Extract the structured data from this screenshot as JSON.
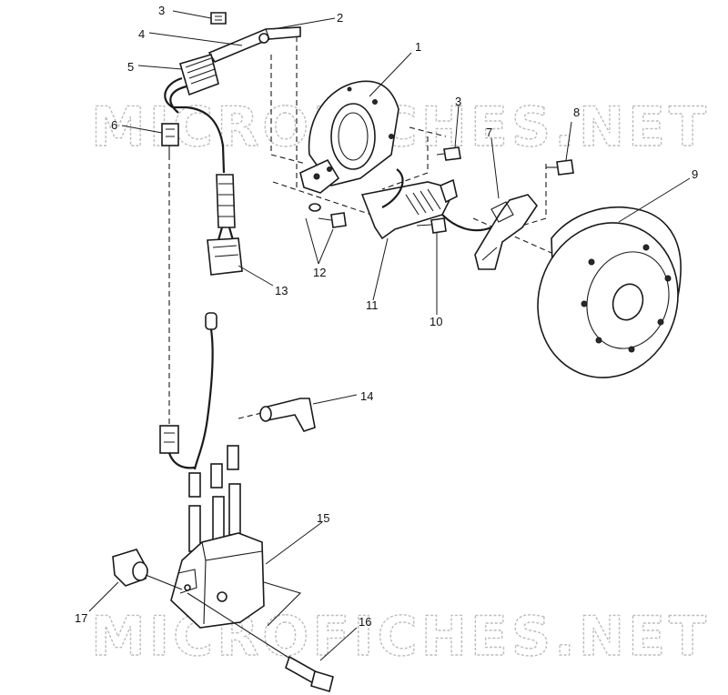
{
  "watermark": "MICROFICHES.NET",
  "callouts": {
    "c1": "1",
    "c2": "2",
    "c3a": "3",
    "c3b": "3",
    "c4": "4",
    "c5": "5",
    "c6": "6",
    "c7": "7",
    "c8": "8",
    "c9": "9",
    "c10": "10",
    "c11": "11",
    "c12": "12",
    "c13": "13",
    "c14": "14",
    "c15": "15",
    "c16": "16",
    "c17": "17"
  }
}
